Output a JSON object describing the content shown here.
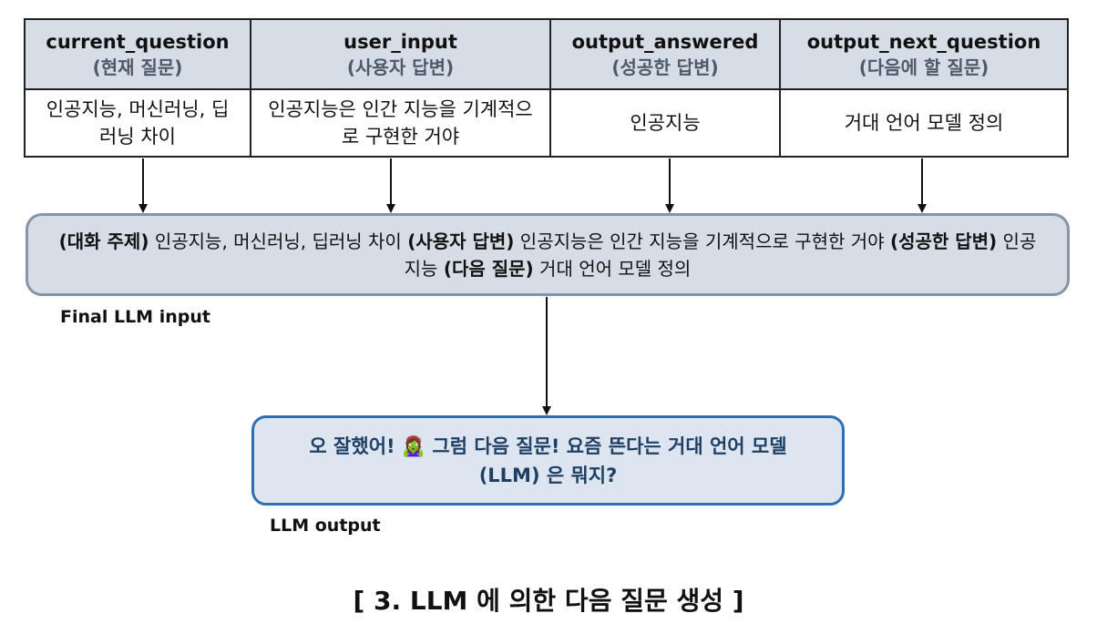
{
  "table": {
    "headers": [
      {
        "name": "current_question",
        "sub": "(현재 질문)"
      },
      {
        "name": "user_input",
        "sub": "(사용자 답변)"
      },
      {
        "name": "output_answered",
        "sub": "(성공한 답변)"
      },
      {
        "name": "output_next_question",
        "sub": "(다음에 할 질문)"
      }
    ],
    "values": [
      "인공지능, 머신러닝, 딥러닝 차이",
      "인공지능은 인간 지능을 기계적으로 구현한 거야",
      "인공지능",
      "거대 언어 모델 정의"
    ]
  },
  "final_input": {
    "label_topic": "(대화 주제)",
    "topic": " 인공지능, 머신러닝, 딥러닝 차이 ",
    "label_user": "(사용자 답변)",
    "user": " 인공지능은 인간 지능을 기계적으로 구현한 거야 ",
    "label_answered": "(성공한 답변)",
    "answered": " 인공지능 ",
    "label_next": "(다음 질문)",
    "next": " 거대 언어 모델 정의",
    "caption": "Final LLM input"
  },
  "llm_output": {
    "text_before": "오 잘했어! ",
    "emoji": "🧟‍♀",
    "text_after": " 그럼 다음 질문! 요즘 뜬다는 거대 언어 모델 (LLM) 은 뭐지?",
    "caption": "LLM output"
  },
  "figure_caption": "[ 3. LLM 에 의한 다음 질문 생성 ]",
  "colors": {
    "header_bg": "#d6dde6",
    "final_border": "#8594a8",
    "output_bg": "#dde6f0",
    "output_border": "#2f6fb0",
    "output_text": "#1f3f64"
  }
}
